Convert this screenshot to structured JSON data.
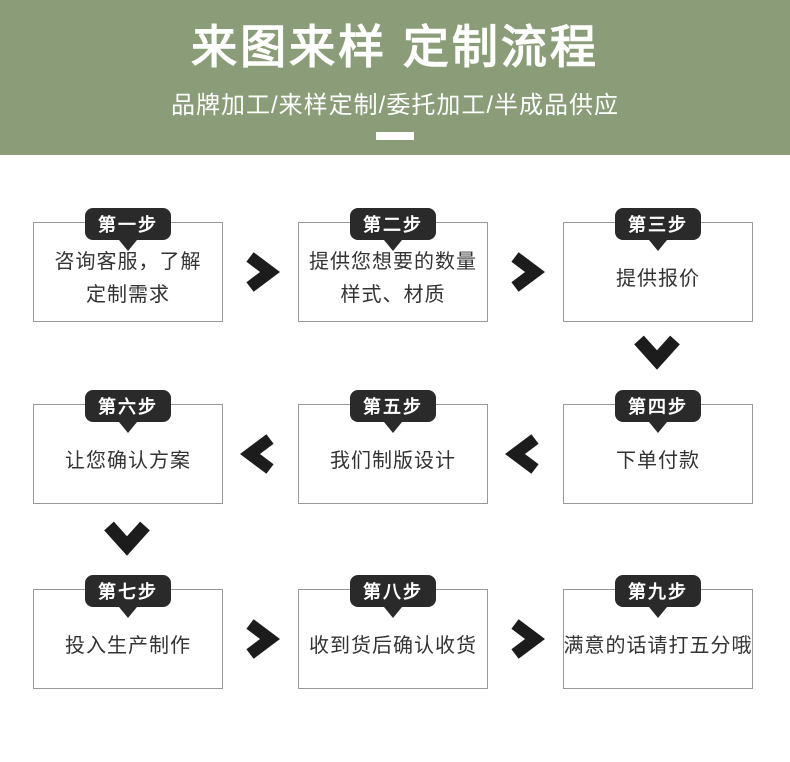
{
  "colors": {
    "page_bg": "#ffffff",
    "header_bg": "#8a9d78",
    "header_text": "#ffffff",
    "ribbon_bg": "#2a2a2a",
    "ribbon_text": "#ffffff",
    "arrow": "#1c1c1c",
    "box_border": "#999999",
    "box_bg": "#ffffff",
    "box_text": "#333333"
  },
  "header": {
    "title": "来图来样 定制流程",
    "subtitle": "品牌加工/来样定制/委托加工/半成品供应"
  },
  "flow": {
    "steps": [
      {
        "label": "第一步",
        "lines": [
          "咨询客服，了解",
          "定制需求"
        ]
      },
      {
        "label": "第二步",
        "lines": [
          "提供您想要的数量",
          "样式、材质"
        ]
      },
      {
        "label": "第三步",
        "lines": [
          "提供报价"
        ]
      },
      {
        "label": "第四步",
        "lines": [
          "下单付款"
        ]
      },
      {
        "label": "第五步",
        "lines": [
          "我们制版设计"
        ]
      },
      {
        "label": "第六步",
        "lines": [
          "让您确认方案"
        ]
      },
      {
        "label": "第七步",
        "lines": [
          "投入生产制作"
        ]
      },
      {
        "label": "第八步",
        "lines": [
          "收到货后确认收货"
        ]
      },
      {
        "label": "第九步",
        "lines": [
          "满意的话请打五分哦"
        ]
      }
    ]
  }
}
